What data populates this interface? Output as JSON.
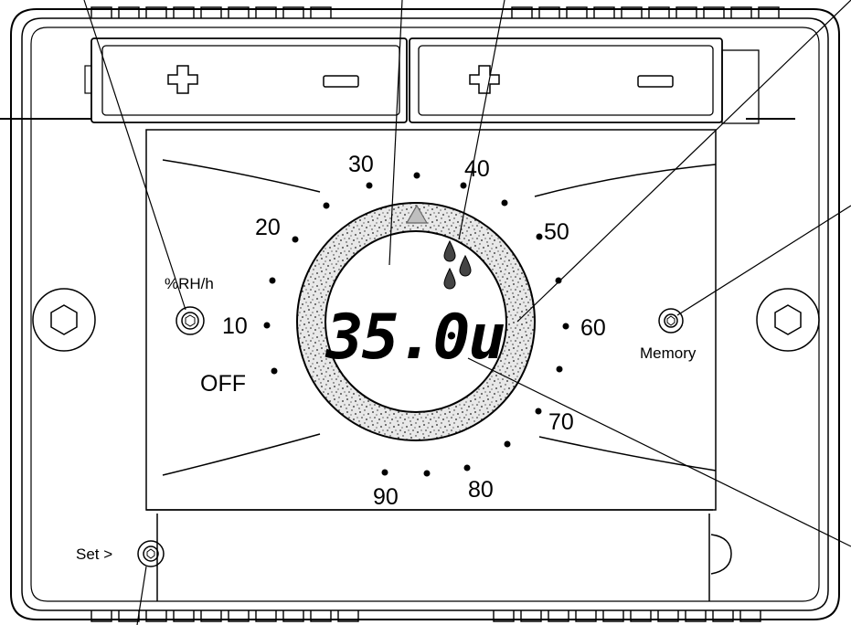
{
  "dial": {
    "labels": {
      "off": "OFF",
      "v10": "10",
      "v20": "20",
      "v30": "30",
      "v40": "40",
      "v50": "50",
      "v60": "60",
      "v70": "70",
      "v80": "80",
      "v90": "90"
    }
  },
  "display": {
    "reading": "35.0u",
    "humidity_icon": "water-drops-icon",
    "pointer_icon": "triangle-pointer-icon"
  },
  "controls": {
    "rh_label": "%RH/h",
    "memory_label": "Memory",
    "set_label": "Set >"
  },
  "battery": {
    "plus_icon": "plus-icon",
    "minus_icon": "minus-icon"
  },
  "colors": {
    "line": "#000000",
    "ring_fill": "#d9d9d9",
    "pointer": "#bfbfbf"
  }
}
